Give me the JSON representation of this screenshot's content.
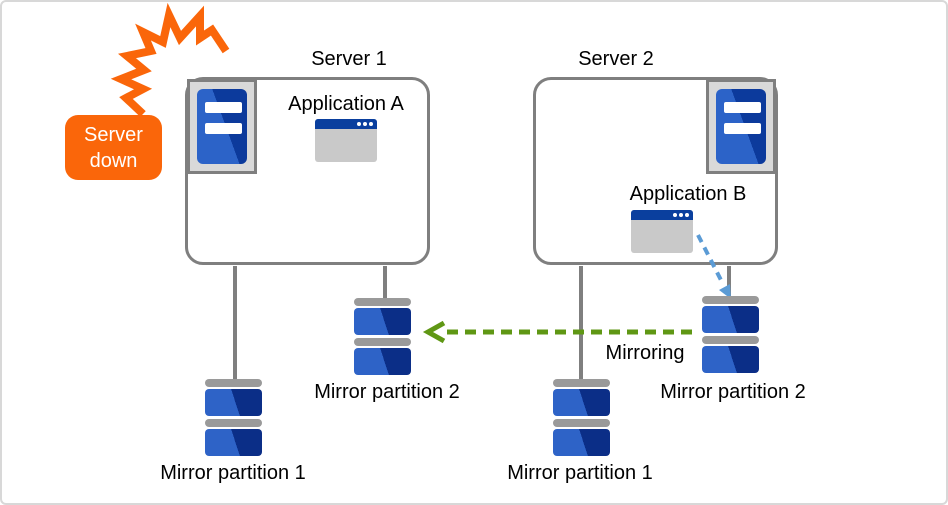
{
  "diagram": {
    "crash_badge": {
      "line1": "Server",
      "line2": "down"
    },
    "server1": {
      "title": "Server 1",
      "app_label": "Application A",
      "partition1_label": "Mirror partition 1",
      "partition2_label": "Mirror partition 2"
    },
    "server2": {
      "title": "Server 2",
      "app_label": "Application B",
      "partition1_label": "Mirror partition 1",
      "partition2_label": "Mirror partition 2"
    },
    "mirroring_label": "Mirroring",
    "colors": {
      "crash_orange": "#fa660a",
      "box_border_gray": "#7f7f7f",
      "server_blue_light": "#2c63c8",
      "server_blue_dark": "#0c3a9c",
      "disk_blue_light": "#2e63c7",
      "disk_blue_dark": "#0b2e87",
      "disk_cap_gray": "#9a9a9a",
      "mirroring_arrow_green": "#5f9714",
      "write_arrow_blue": "#5b9bd5",
      "window_body_gray": "#c9c9c9",
      "window_titlebar_blue": "#0a3f9e"
    }
  }
}
